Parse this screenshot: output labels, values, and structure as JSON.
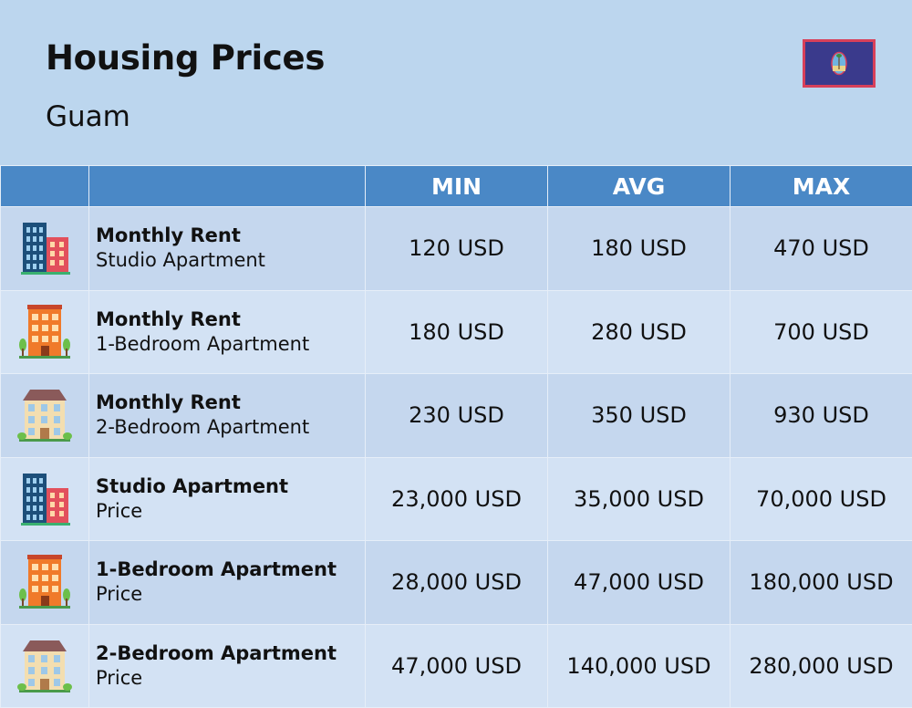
{
  "header": {
    "title": "Housing Prices",
    "subtitle": "Guam",
    "flag_icon": "guam-flag-icon"
  },
  "table": {
    "columns": [
      "",
      "",
      "MIN",
      "AVG",
      "MAX"
    ],
    "rows": [
      {
        "icon": "studio-building-icon",
        "main": "Monthly Rent",
        "sub": "Studio Apartment",
        "min": "120 USD",
        "avg": "180 USD",
        "max": "470 USD"
      },
      {
        "icon": "one-bedroom-building-icon",
        "main": "Monthly Rent",
        "sub": "1-Bedroom Apartment",
        "min": "180 USD",
        "avg": "280 USD",
        "max": "700 USD"
      },
      {
        "icon": "two-bedroom-building-icon",
        "main": "Monthly Rent",
        "sub": "2-Bedroom Apartment",
        "min": "230 USD",
        "avg": "350 USD",
        "max": "930 USD"
      },
      {
        "icon": "studio-building-icon",
        "main": "Studio Apartment",
        "sub": "Price",
        "min": "23,000 USD",
        "avg": "35,000 USD",
        "max": "70,000 USD"
      },
      {
        "icon": "one-bedroom-building-icon",
        "main": "1-Bedroom Apartment",
        "sub": "Price",
        "min": "28,000 USD",
        "avg": "47,000 USD",
        "max": "180,000 USD"
      },
      {
        "icon": "two-bedroom-building-icon",
        "main": "2-Bedroom Apartment",
        "sub": "Price",
        "min": "47,000 USD",
        "avg": "140,000 USD",
        "max": "280,000 USD"
      }
    ]
  },
  "colors": {
    "background": "#bcd6ee",
    "header_row": "#4a88c6",
    "row_odd": "#c5d7ee",
    "row_even": "#d3e2f4"
  }
}
